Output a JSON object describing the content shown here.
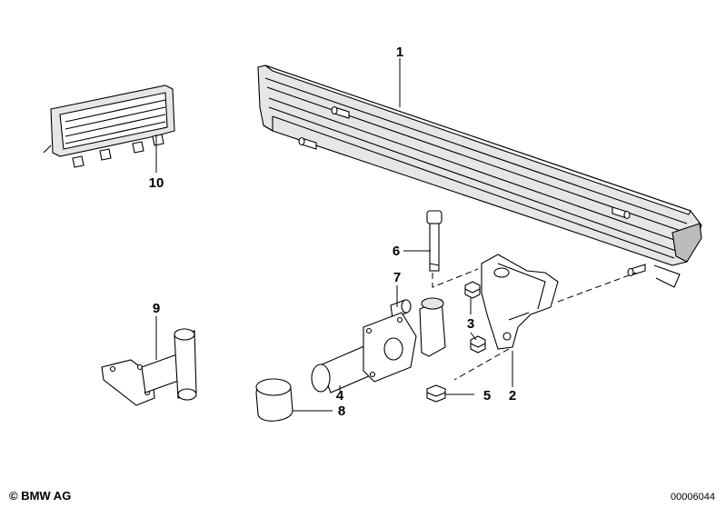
{
  "callouts": [
    {
      "id": "1",
      "label": "1"
    },
    {
      "id": "2",
      "label": "2"
    },
    {
      "id": "3",
      "label": "3"
    },
    {
      "id": "4",
      "label": "4"
    },
    {
      "id": "5",
      "label": "5"
    },
    {
      "id": "6",
      "label": "6"
    },
    {
      "id": "7",
      "label": "7"
    },
    {
      "id": "8",
      "label": "8"
    },
    {
      "id": "9",
      "label": "9"
    },
    {
      "id": "10",
      "label": "10"
    }
  ],
  "footer": {
    "copyright": "© BMW AG",
    "diagram_id": "00006044"
  }
}
